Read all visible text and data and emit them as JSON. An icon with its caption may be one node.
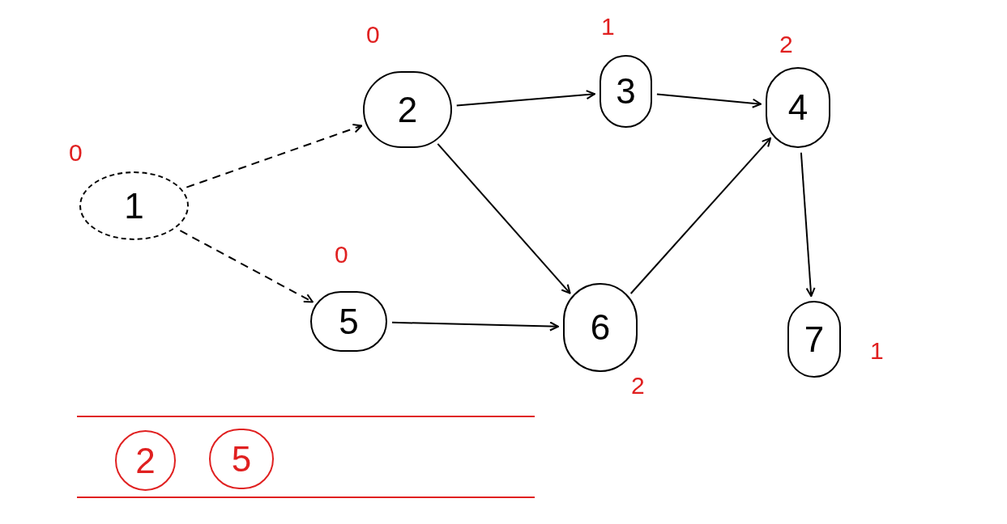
{
  "diagram": {
    "nodes": [
      {
        "text": [
          "1"
        ],
        "beside": [
          "0"
        ]
      },
      {
        "text": [
          "2"
        ],
        "beside": [
          "0"
        ]
      },
      {
        "text": [
          "3"
        ],
        "beside": [
          "1"
        ]
      },
      {
        "text": [
          "4"
        ],
        "beside": [
          "2"
        ]
      },
      {
        "text": [
          "5"
        ],
        "beside": [
          "0"
        ]
      },
      {
        "text": [
          "6"
        ],
        "beside": [
          "2"
        ]
      },
      {
        "text": [
          "7"
        ],
        "beside": [
          "1"
        ]
      },
      {
        "text": [],
        "shape": "band"
      },
      {
        "text": [
          "2"
        ],
        "in": 7
      },
      {
        "text": [
          "5"
        ],
        "in": 7
      }
    ],
    "edges": [
      {
        "from": 0,
        "to": 1,
        "arrow": "to",
        "style": "dashed"
      },
      {
        "from": 0,
        "to": 4,
        "arrow": "to",
        "style": "dashed"
      },
      {
        "from": 1,
        "to": 2,
        "arrow": "to"
      },
      {
        "from": 2,
        "to": 3,
        "arrow": "to"
      },
      {
        "from": 1,
        "to": 5,
        "arrow": "to"
      },
      {
        "from": 4,
        "to": 5,
        "arrow": "to"
      },
      {
        "from": 5,
        "to": 3,
        "arrow": "to"
      },
      {
        "from": 3,
        "to": 6,
        "arrow": "to"
      }
    ]
  }
}
